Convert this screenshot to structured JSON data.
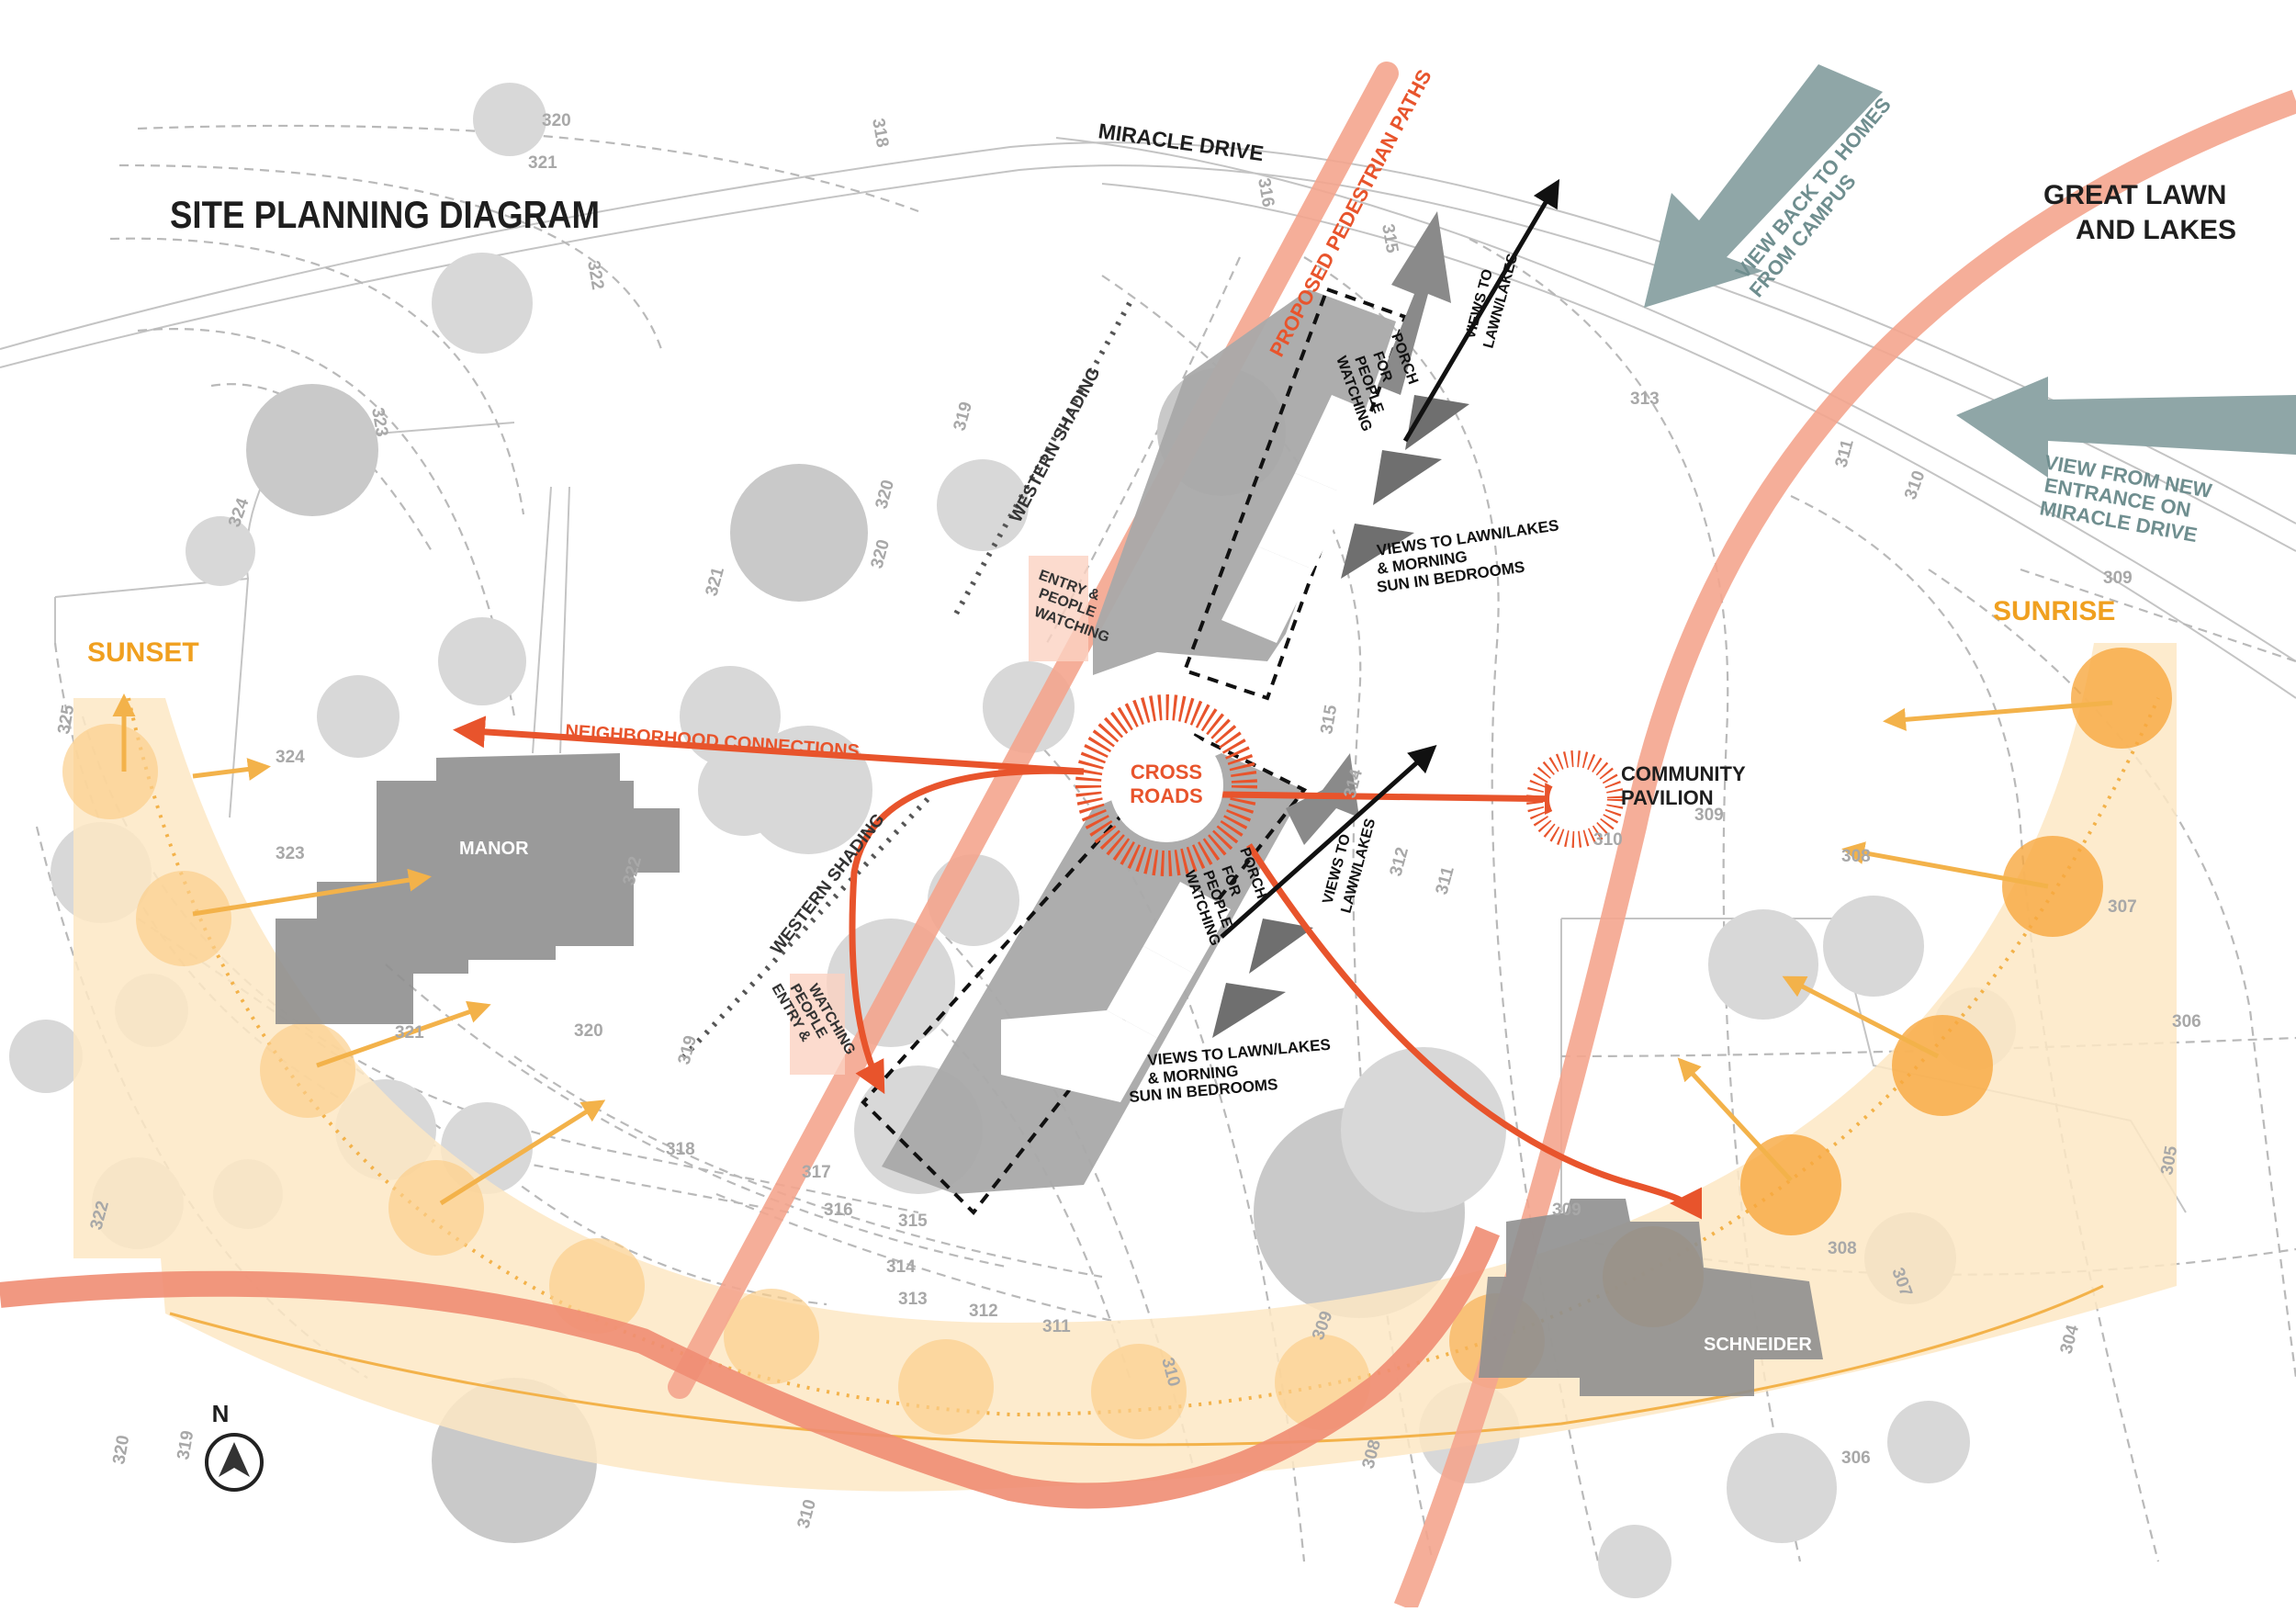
{
  "title": "SITE PLANNING DIAGRAM",
  "streets": {
    "miracle_drive": "MIRACLE DRIVE"
  },
  "destinations": {
    "great_lawn_line1": "GREAT LAWN",
    "great_lawn_line2": "AND LAKES"
  },
  "view_arrows": {
    "back_to_homes_line1": "VIEW BACK TO HOMES",
    "back_to_homes_line2": "FROM CAMPUS",
    "new_entrance_line1": "VIEW FROM NEW",
    "new_entrance_line2": "ENTRANCE ON",
    "new_entrance_line3": "MIRACLE DRIVE"
  },
  "sun": {
    "sunset": "SUNSET",
    "sunrise": "SUNRISE"
  },
  "paths": {
    "pedestrian": "PROPOSED PEDESTRIAN PATHS"
  },
  "shading": {
    "west_top": "WESTERN SHADING",
    "west_bottom": "WESTERN SHADING"
  },
  "entry": {
    "top": [
      "ENTRY &",
      "PEOPLE",
      "WATCHING"
    ],
    "bottom": [
      "ENTRY &",
      "PEOPLE",
      "WATCHING"
    ]
  },
  "porch": {
    "top": [
      "PORCH",
      "FOR",
      "PEOPLE",
      "WATCHING"
    ],
    "bottom": [
      "PORCH",
      "FOR",
      "PEOPLE",
      "WATCHING"
    ]
  },
  "views": {
    "top_arrow": [
      "VIEWS TO",
      "LAWN/LAKES"
    ],
    "bottom_arrow": [
      "VIEWS TO",
      "LAWN/LAKES"
    ],
    "top_bedrooms": [
      "VIEWS TO LAWN/LAKES",
      "& MORNING",
      "SUN IN BEDROOMS"
    ],
    "bottom_bedrooms": [
      "VIEWS TO LAWN/LAKES",
      "& MORNING",
      "SUN IN BEDROOMS"
    ]
  },
  "crossroads": {
    "line1": "CROSS",
    "line2": "ROADS"
  },
  "neighborhood": "NEIGHBORHOOD CONNECTIONS",
  "pavilion": {
    "line1": "COMMUNITY",
    "line2": "PAVILION"
  },
  "buildings": {
    "manor": "MANOR",
    "schneider": "SCHNEIDER"
  },
  "north": "N",
  "contours": [
    {
      "label": "320"
    },
    {
      "label": "321"
    },
    {
      "label": "322"
    },
    {
      "label": "323"
    },
    {
      "label": "324"
    },
    {
      "label": "325"
    },
    {
      "label": "318"
    },
    {
      "label": "316"
    },
    {
      "label": "315"
    },
    {
      "label": "313"
    },
    {
      "label": "311"
    },
    {
      "label": "310"
    },
    {
      "label": "309"
    },
    {
      "label": "319"
    },
    {
      "label": "320"
    },
    {
      "label": "321"
    },
    {
      "label": "324"
    },
    {
      "label": "323"
    },
    {
      "label": "322"
    },
    {
      "label": "321"
    },
    {
      "label": "320"
    },
    {
      "label": "319"
    },
    {
      "label": "318"
    },
    {
      "label": "317"
    },
    {
      "label": "316"
    },
    {
      "label": "315"
    },
    {
      "label": "314"
    },
    {
      "label": "313"
    },
    {
      "label": "312"
    },
    {
      "label": "311"
    },
    {
      "label": "310"
    },
    {
      "label": "309"
    },
    {
      "label": "308"
    },
    {
      "label": "307"
    },
    {
      "label": "306"
    },
    {
      "label": "305"
    },
    {
      "label": "304"
    },
    {
      "label": "306"
    },
    {
      "label": "307"
    },
    {
      "label": "308"
    },
    {
      "label": "309"
    },
    {
      "label": "309"
    },
    {
      "label": "308"
    },
    {
      "label": "310"
    },
    {
      "label": "311"
    },
    {
      "label": "312"
    },
    {
      "label": "314"
    },
    {
      "label": "315"
    },
    {
      "label": "322"
    },
    {
      "label": "320"
    },
    {
      "label": "319"
    },
    {
      "label": "310"
    },
    {
      "label": "320"
    }
  ],
  "colors": {
    "path_salmon": "#f4a58e",
    "red": "#e8542c",
    "orange": "#f0a020",
    "sun_band": "#fde8c4",
    "building": "#8f8f8f",
    "teal": "#8fa6a7"
  }
}
